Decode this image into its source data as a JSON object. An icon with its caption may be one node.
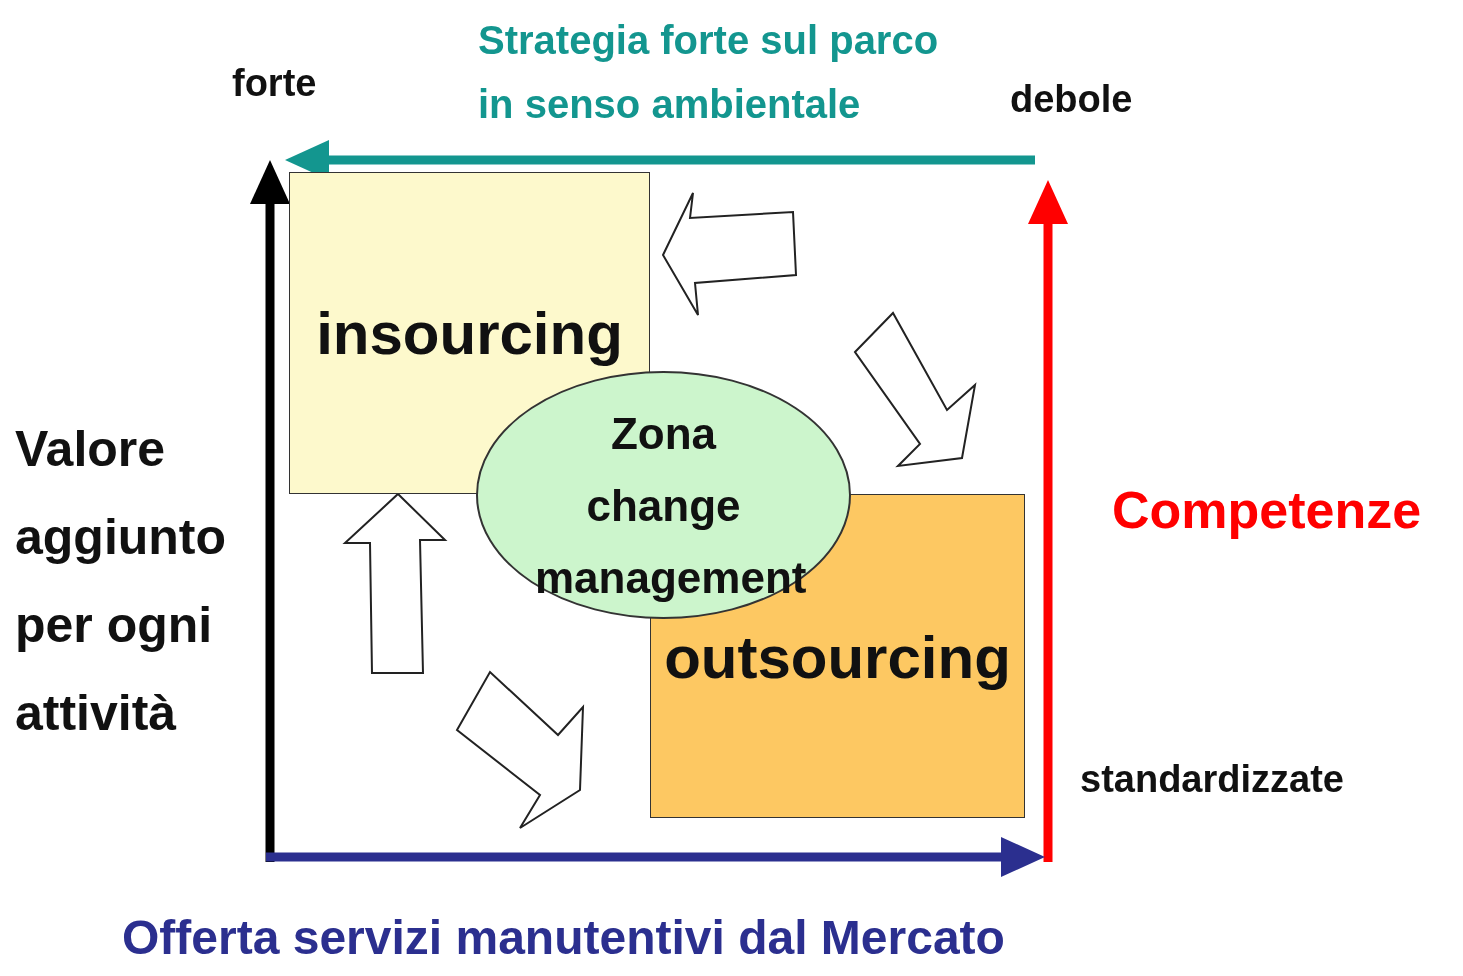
{
  "diagram": {
    "nodes": [
      {
        "text": [
          "insourcing"
        ]
      },
      {
        "text": [
          "Zona change management"
        ]
      },
      {
        "text": [
          "outsourcing"
        ]
      }
    ],
    "labels": [
      "Strategia forte sul parco in senso ambientale",
      "forte",
      "debole",
      "Valore aggiunto per ogni attività",
      "Competenze",
      "standardizzate",
      "Offerta servizi manutentivi dal Mercato"
    ]
  }
}
